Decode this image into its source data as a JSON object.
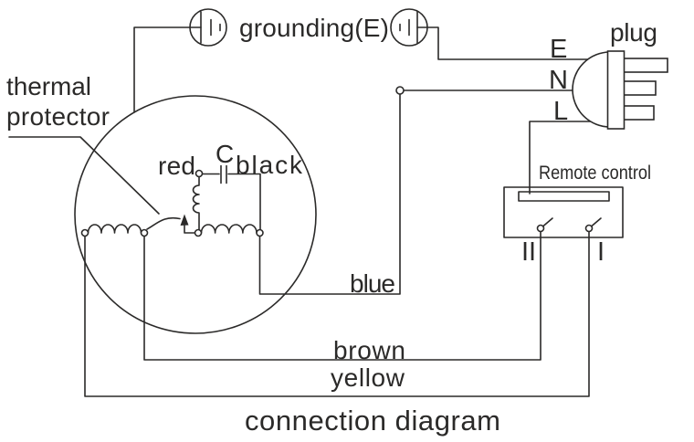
{
  "diagram": {
    "caption": "connection diagram",
    "line_color": "#2b2a29",
    "background_color": "#ffffff"
  },
  "labels": {
    "thermal_line1": "thermal",
    "thermal_line2": "protector",
    "grounding": "grounding(E)",
    "plug": "plug",
    "pin_e": "E",
    "pin_n": "N",
    "pin_l": "L",
    "remote_control": "Remote control",
    "switch_speed_2": "II",
    "switch_speed_1": "I",
    "capacitor": "C",
    "wire_red": "red",
    "wire_black": "black",
    "wire_blue": "blue",
    "wire_brown": "brown",
    "wire_yellow": "yellow"
  }
}
